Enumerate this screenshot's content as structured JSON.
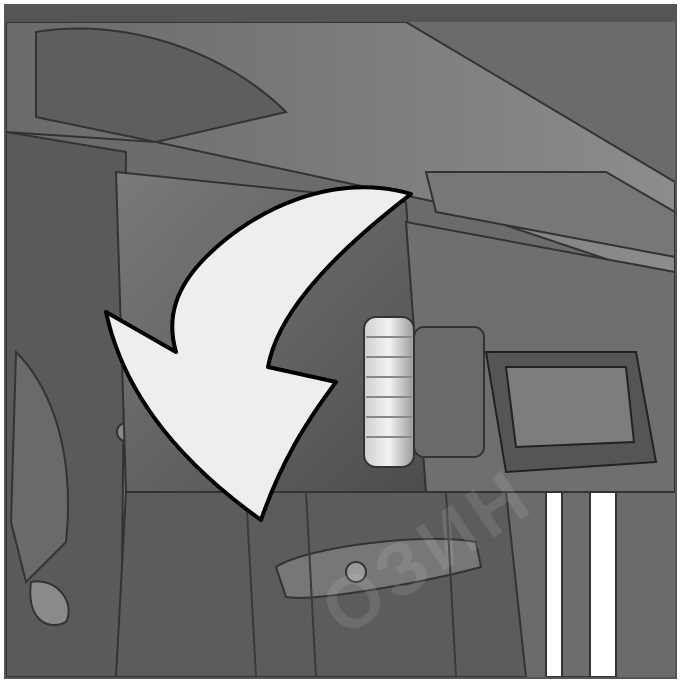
{
  "colors": {
    "header_bar": "#555555",
    "metal_dark": "#4a4a4a",
    "metal_mid": "#6d6d6d",
    "metal_light": "#8a8a8a",
    "arrow_fill": "#eeeeee",
    "arrow_outline": "#000000"
  },
  "illustration": {
    "subject": "power-tool-housing",
    "arrow_direction": "rotate-downward-left"
  },
  "watermark": {
    "text": "ОЗИН"
  }
}
